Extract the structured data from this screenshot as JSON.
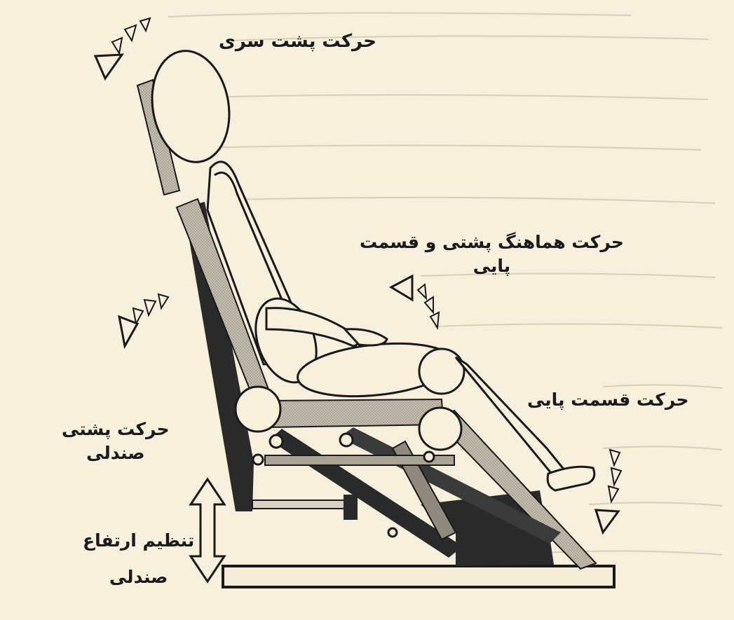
{
  "labels": {
    "headrest": "حرکت پشت سری",
    "sync_line1": "حرکت هماهنگ پشتی و قسمت",
    "sync_line2": "پایی",
    "leg": "حرکت قسمت پایی",
    "back_line1": "حرکت پشتی",
    "back_line2": "صندلی",
    "height_line1": "تنظیم ارتفاع",
    "height_line2": "صندلی"
  },
  "colors": {
    "paper": "#f6f0dc",
    "ink": "#1a1a1a",
    "panel_fill": "#b9b3a3",
    "dark_fill": "#2a2a2a"
  }
}
